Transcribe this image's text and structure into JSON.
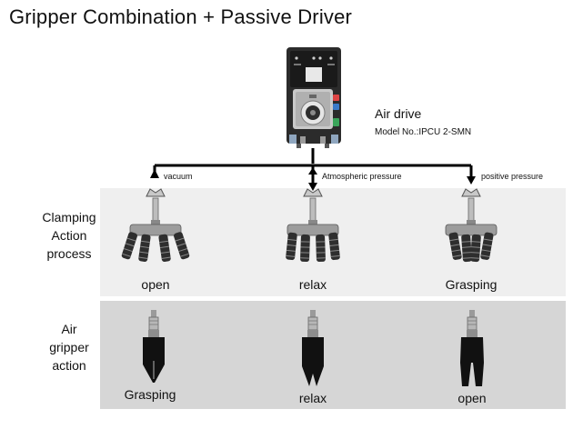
{
  "title": "Gripper Combination + Passive Driver",
  "air_drive": {
    "label": "Air drive",
    "model": "Model No.:IPCU 2-SMN"
  },
  "pressure_labels": {
    "vacuum": "vacuum",
    "atmospheric": "Atmospheric pressure",
    "positive": "positive pressure"
  },
  "clamping_row": {
    "label_line1": "Clamping",
    "label_line2": "Action",
    "label_line3": "process",
    "captions": [
      "open",
      "relax",
      "Grasping"
    ]
  },
  "air_gripper_row": {
    "label_line1": "Air",
    "label_line2": "gripper",
    "label_line3": "action",
    "captions": [
      "Grasping",
      "relax",
      "open"
    ]
  },
  "colors": {
    "panel_top": "#efefef",
    "panel_bottom": "#d6d6d6",
    "device_body": "#2b2b2b",
    "accent_green": "#3aa55a"
  }
}
